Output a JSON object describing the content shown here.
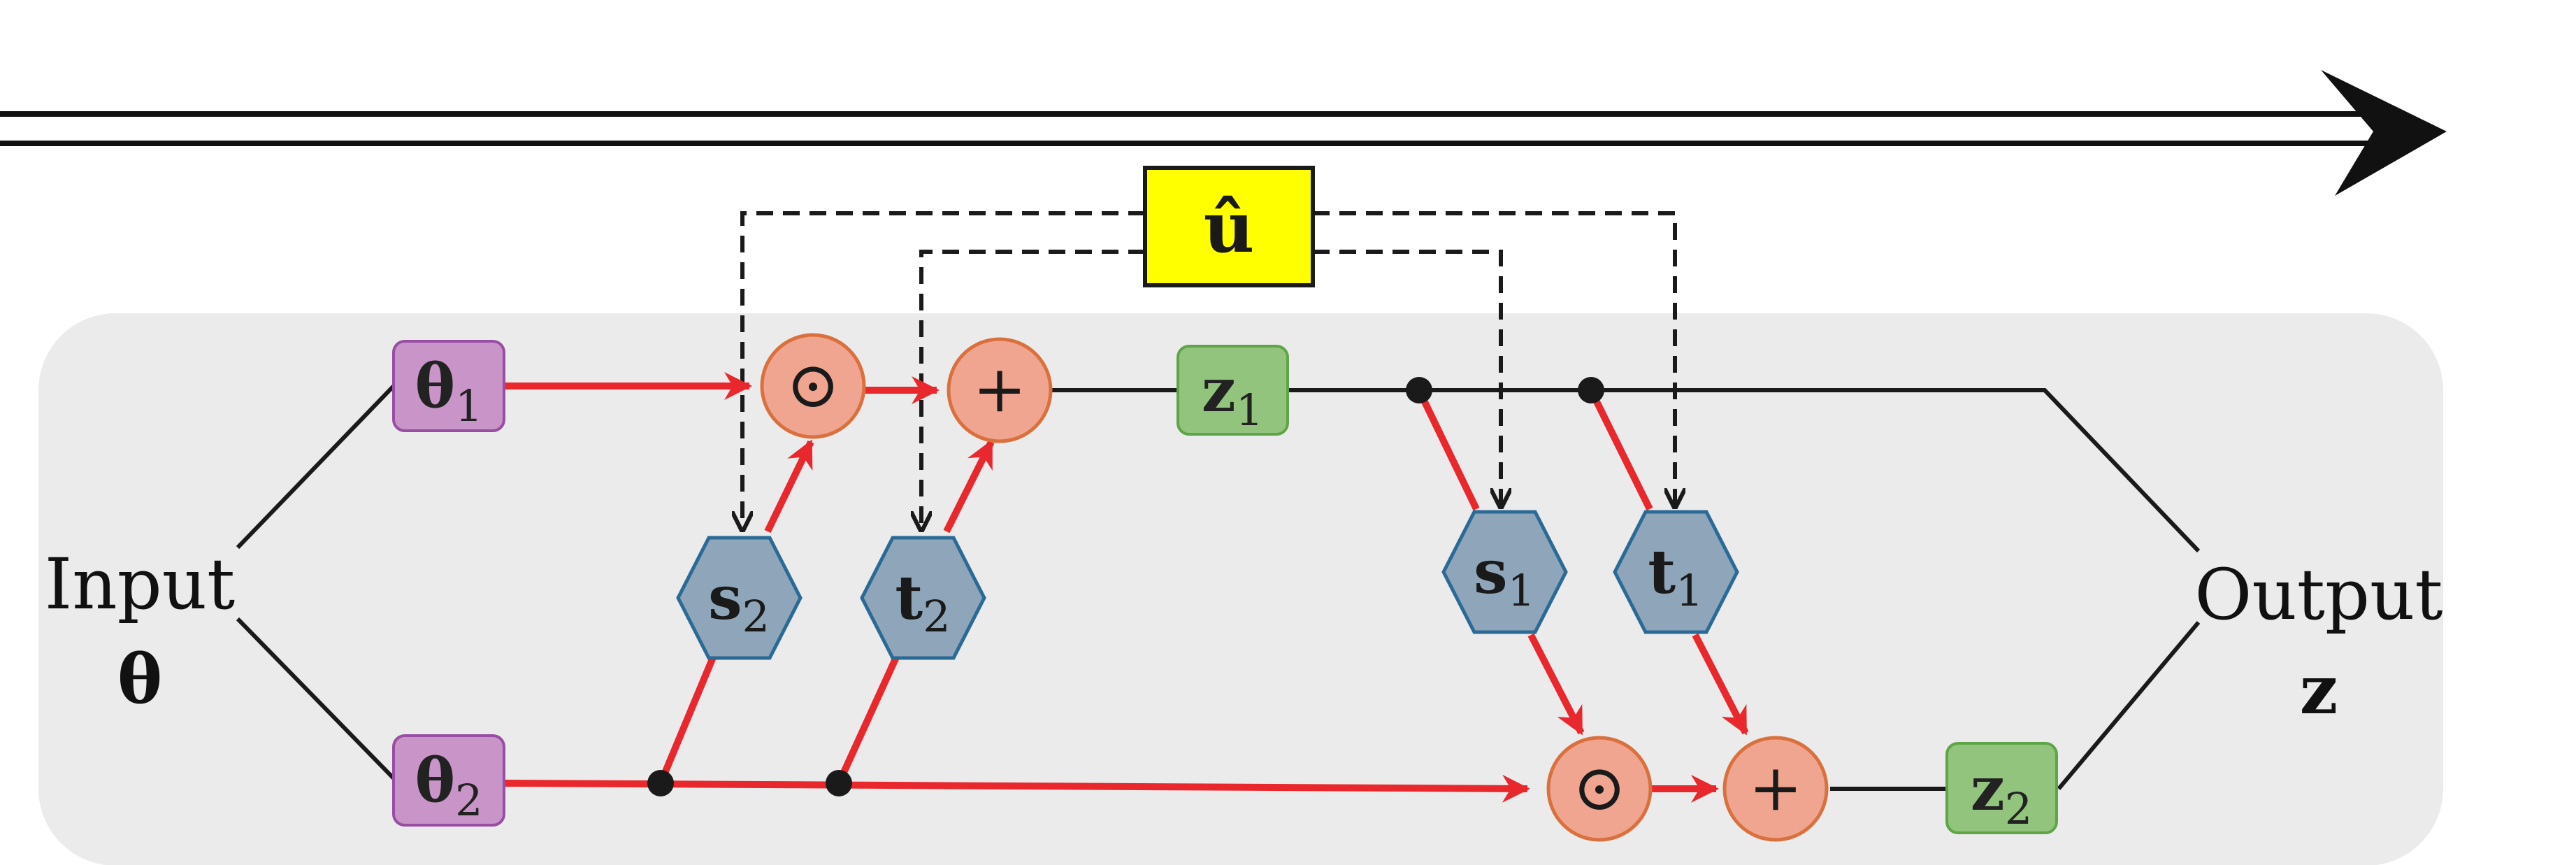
{
  "input": {
    "label": "Input",
    "symbol": "θ"
  },
  "output": {
    "label": "Output",
    "symbol": "z"
  },
  "blocks": {
    "theta1": {
      "main": "θ",
      "sub": "1"
    },
    "theta2": {
      "main": "θ",
      "sub": "2"
    },
    "z1": {
      "main": "z",
      "sub": "1"
    },
    "z2": {
      "main": "z",
      "sub": "2"
    },
    "s2": {
      "main": "s",
      "sub": "2"
    },
    "t2": {
      "main": "t",
      "sub": "2"
    },
    "s1": {
      "main": "s",
      "sub": "1"
    },
    "t1": {
      "main": "t",
      "sub": "1"
    },
    "u_hat": {
      "label": "û"
    }
  },
  "operators": {
    "multiply": "⊙",
    "add": "+"
  },
  "colors": {
    "background_panel": "#ebebeb",
    "theta_block_fill": "#c994c7",
    "theta_block_stroke": "#984ea3",
    "z_block_fill": "#93c47d",
    "z_block_stroke": "#5fa548",
    "hex_fill": "#8fa6ba",
    "hex_stroke": "#2c6a96",
    "operator_fill": "#efa58f",
    "operator_stroke": "#d9703e",
    "u_hat_fill": "#ffff00",
    "flow_arrow": "#e8282c",
    "line": "#1a1a1a"
  }
}
